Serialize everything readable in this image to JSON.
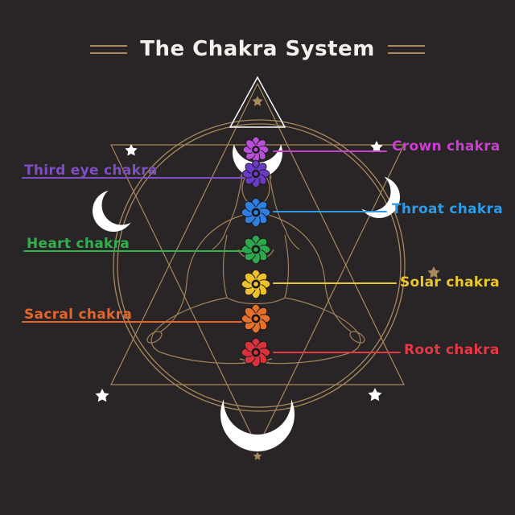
{
  "title": "The Chakra System",
  "colors": {
    "background": "#292425",
    "line_gold": "#a8895e",
    "moon_white": "#ffffff",
    "title_text": "#f4f1ed"
  },
  "chakras": [
    {
      "id": "crown",
      "label": "Crown chakra",
      "color": "#cb3fd0",
      "symbol_color": "#b94fd6",
      "side": "right"
    },
    {
      "id": "third-eye",
      "label": "Third eye chakra",
      "color": "#7e4ec4",
      "symbol_color": "#6a3bc8",
      "side": "left"
    },
    {
      "id": "throat",
      "label": "Throat chakra",
      "color": "#2e9be6",
      "symbol_color": "#2e7fe0",
      "side": "right"
    },
    {
      "id": "heart",
      "label": "Heart chakra",
      "color": "#33b04e",
      "symbol_color": "#2fa74d",
      "side": "left"
    },
    {
      "id": "solar",
      "label": "Solar chakra",
      "color": "#e9c72e",
      "symbol_color": "#eec12c",
      "side": "right"
    },
    {
      "id": "sacral",
      "label": "Sacral chakra",
      "color": "#e4662c",
      "symbol_color": "#e4702c",
      "side": "left"
    },
    {
      "id": "root",
      "label": "Root chakra",
      "color": "#e53845",
      "symbol_color": "#d8333b",
      "side": "right"
    }
  ]
}
